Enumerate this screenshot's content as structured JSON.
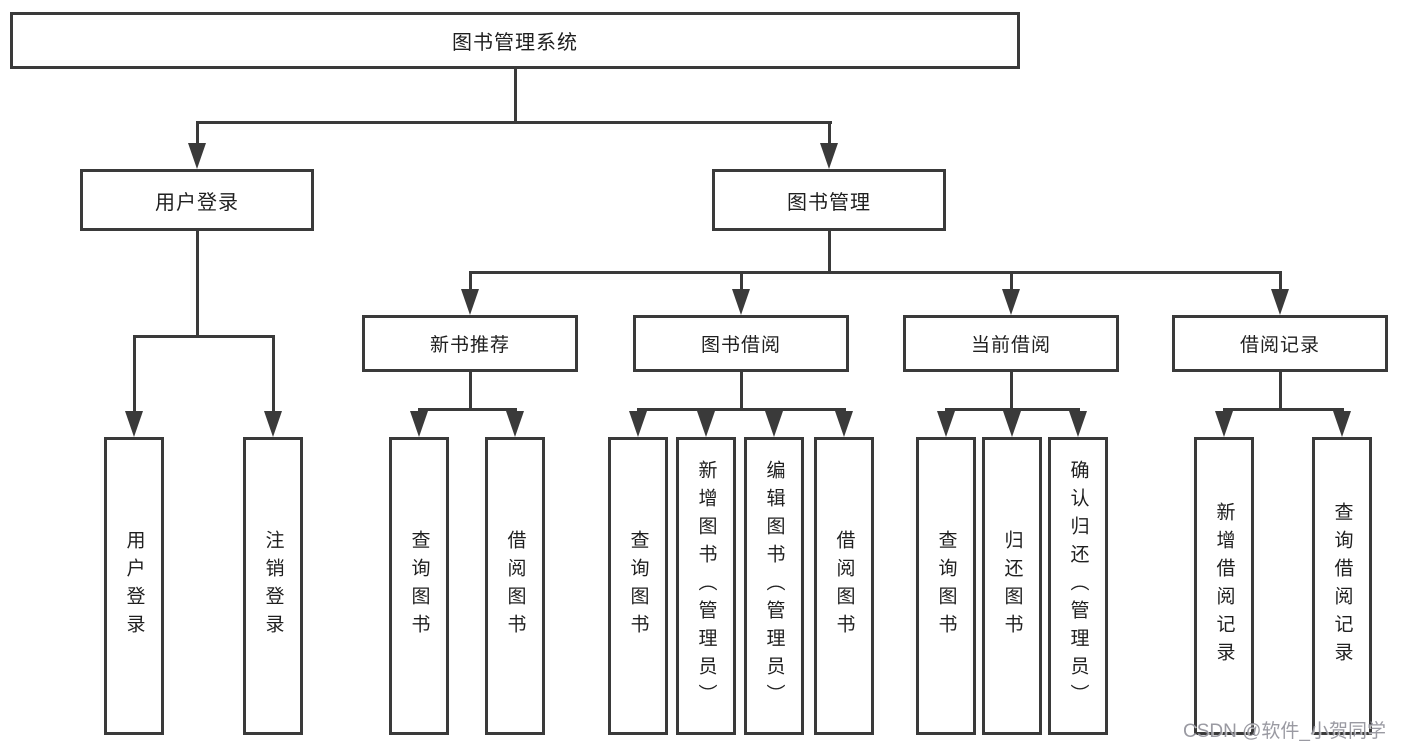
{
  "diagram_title": "图书管理系统",
  "nodes": {
    "root": {
      "label": "图书管理系统"
    },
    "user_login": {
      "label": "用户登录"
    },
    "book_mgmt": {
      "label": "图书管理"
    },
    "new_book": {
      "label": "新书推荐"
    },
    "book_borrow": {
      "label": "图书借阅"
    },
    "current_borrow": {
      "label": "当前借阅"
    },
    "borrow_record": {
      "label": "借阅记录"
    },
    "leaf_user_login": {
      "label": "用户登录"
    },
    "leaf_logout": {
      "label": "注销登录"
    },
    "leaf_nb_query": {
      "label": "查询图书"
    },
    "leaf_nb_borrow": {
      "label": "借阅图书"
    },
    "leaf_bb_query": {
      "label": "查询图书"
    },
    "leaf_bb_add": {
      "label": "新增图书（管理员）"
    },
    "leaf_bb_edit": {
      "label": "编辑图书（管理员）"
    },
    "leaf_bb_borrow": {
      "label": "借阅图书"
    },
    "leaf_cb_query": {
      "label": "查询图书"
    },
    "leaf_cb_return": {
      "label": "归还图书"
    },
    "leaf_cb_confirm": {
      "label": "确认归还（管理员）"
    },
    "leaf_br_add": {
      "label": "新增借阅记录"
    },
    "leaf_br_query": {
      "label": "查询借阅记录"
    }
  },
  "watermark": "CSDN @软件_小贺同学",
  "colors": {
    "line": "#3a3a3a",
    "text": "#1f1f1f",
    "watermark": "#8f8f98",
    "background": "#ffffff"
  }
}
